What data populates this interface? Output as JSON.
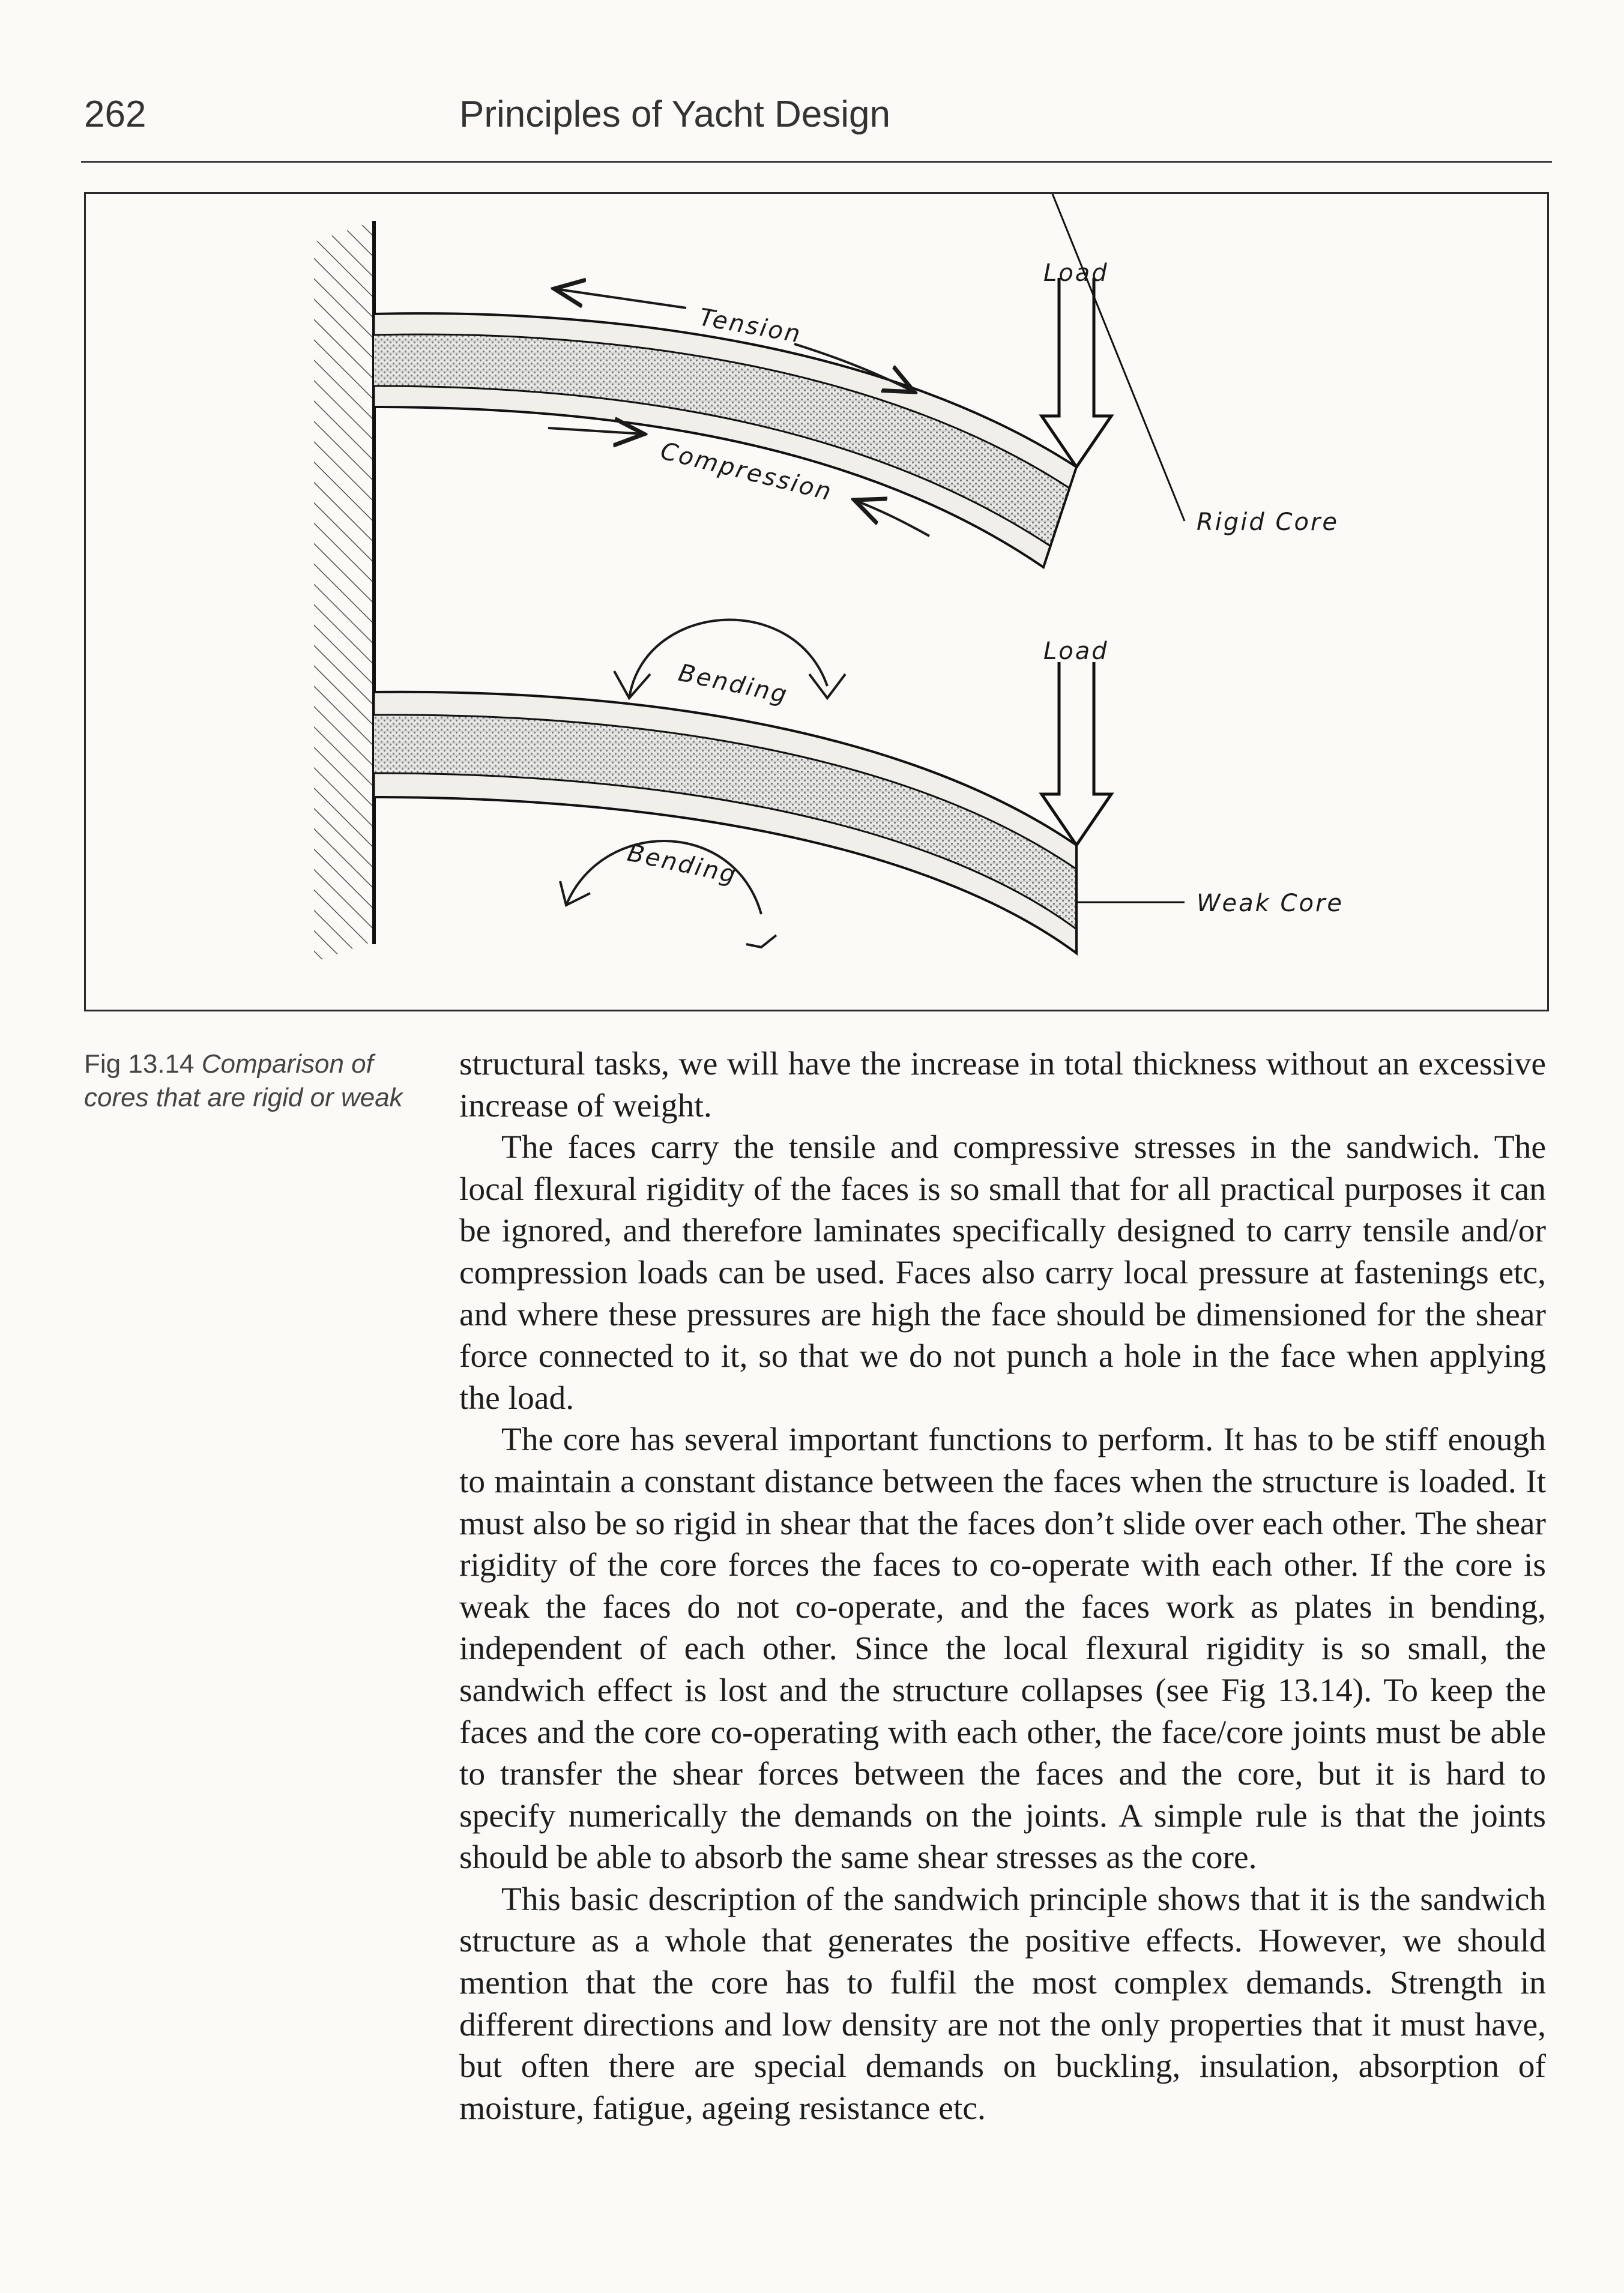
{
  "header": {
    "page_number": "262",
    "running_title": "Principles of Yacht Design"
  },
  "figure": {
    "labels": {
      "tension": "Tension",
      "compression": "Compression",
      "load_top": "Load",
      "rigid_core": "Rigid Core",
      "bending_upper": "Bending",
      "load_bottom": "Load",
      "bending_lower": "Bending",
      "weak_core": "Weak Core"
    },
    "caption": {
      "number": "Fig 13.14",
      "text": "Comparison of cores that are rigid or weak"
    }
  },
  "body": {
    "paragraphs": [
      "structural tasks, we will have the increase in total thickness without an excessive increase of weight.",
      "The faces carry the tensile and compressive stresses in the sandwich. The local flexural rigidity of the faces is so small that for all practical purposes it can be ignored, and therefore laminates specifically designed to carry tensile and/or compression loads can be used. Faces also carry local pressure at fastenings etc, and where these pressures are high the face should be dimensioned for the shear force connected to it, so that we do not punch a hole in the face when applying the load.",
      "The core has several important functions to perform. It has to be stiff enough to maintain a constant distance between the faces when the structure is loaded. It must also be so rigid in shear that the faces don’t slide over each other. The shear rigidity of the core forces the faces to co-operate with each other. If the core is weak the faces do not co-operate, and the faces work as plates in bending, independent of each other. Since the local flexural rigidity is so small, the sandwich effect is lost and the structure collapses (see Fig 13.14). To keep the faces and the core co-operating with each other, the face/core joints must be able to transfer the shear forces between the faces and the core, but it is hard to specify numerically the demands on the joints. A simple rule is that the joints should be able to absorb the same shear stresses as the core.",
      "This basic description of the sandwich principle shows that it is the sandwich structure as a whole that generates the positive effects. However, we should mention that the core has to fulfil the most complex demands. Strength in different directions and low density are not the only properties that it must have, but often there are special demands on buckling, insulation, absorption of moisture, fatigue, ageing resistance etc."
    ]
  }
}
